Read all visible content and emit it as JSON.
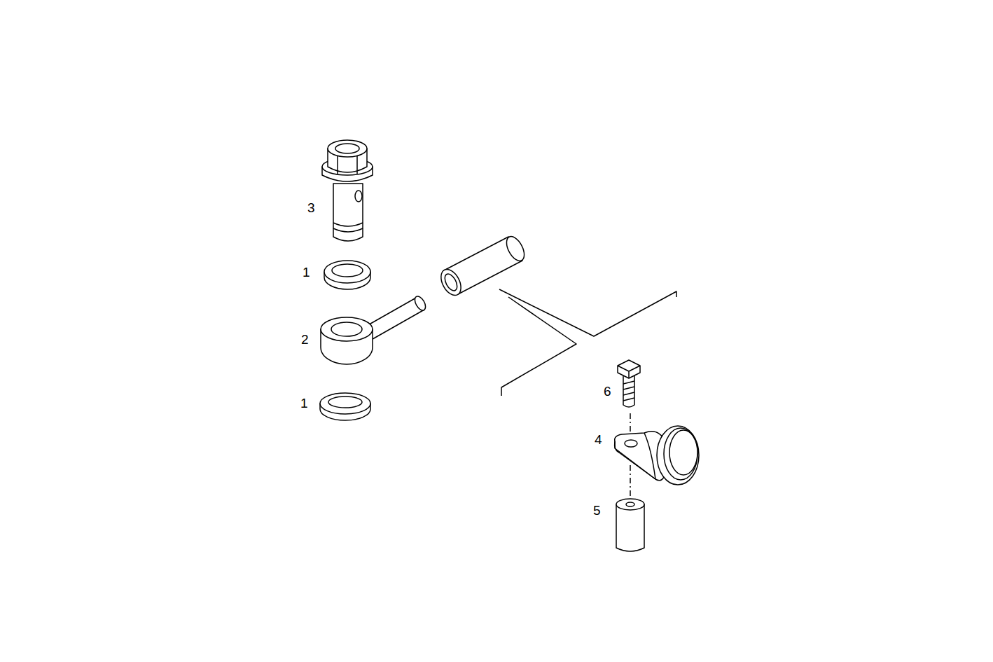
{
  "diagram": {
    "labels": [
      "3",
      "1",
      "2",
      "1",
      "6",
      "4",
      "5"
    ]
  }
}
